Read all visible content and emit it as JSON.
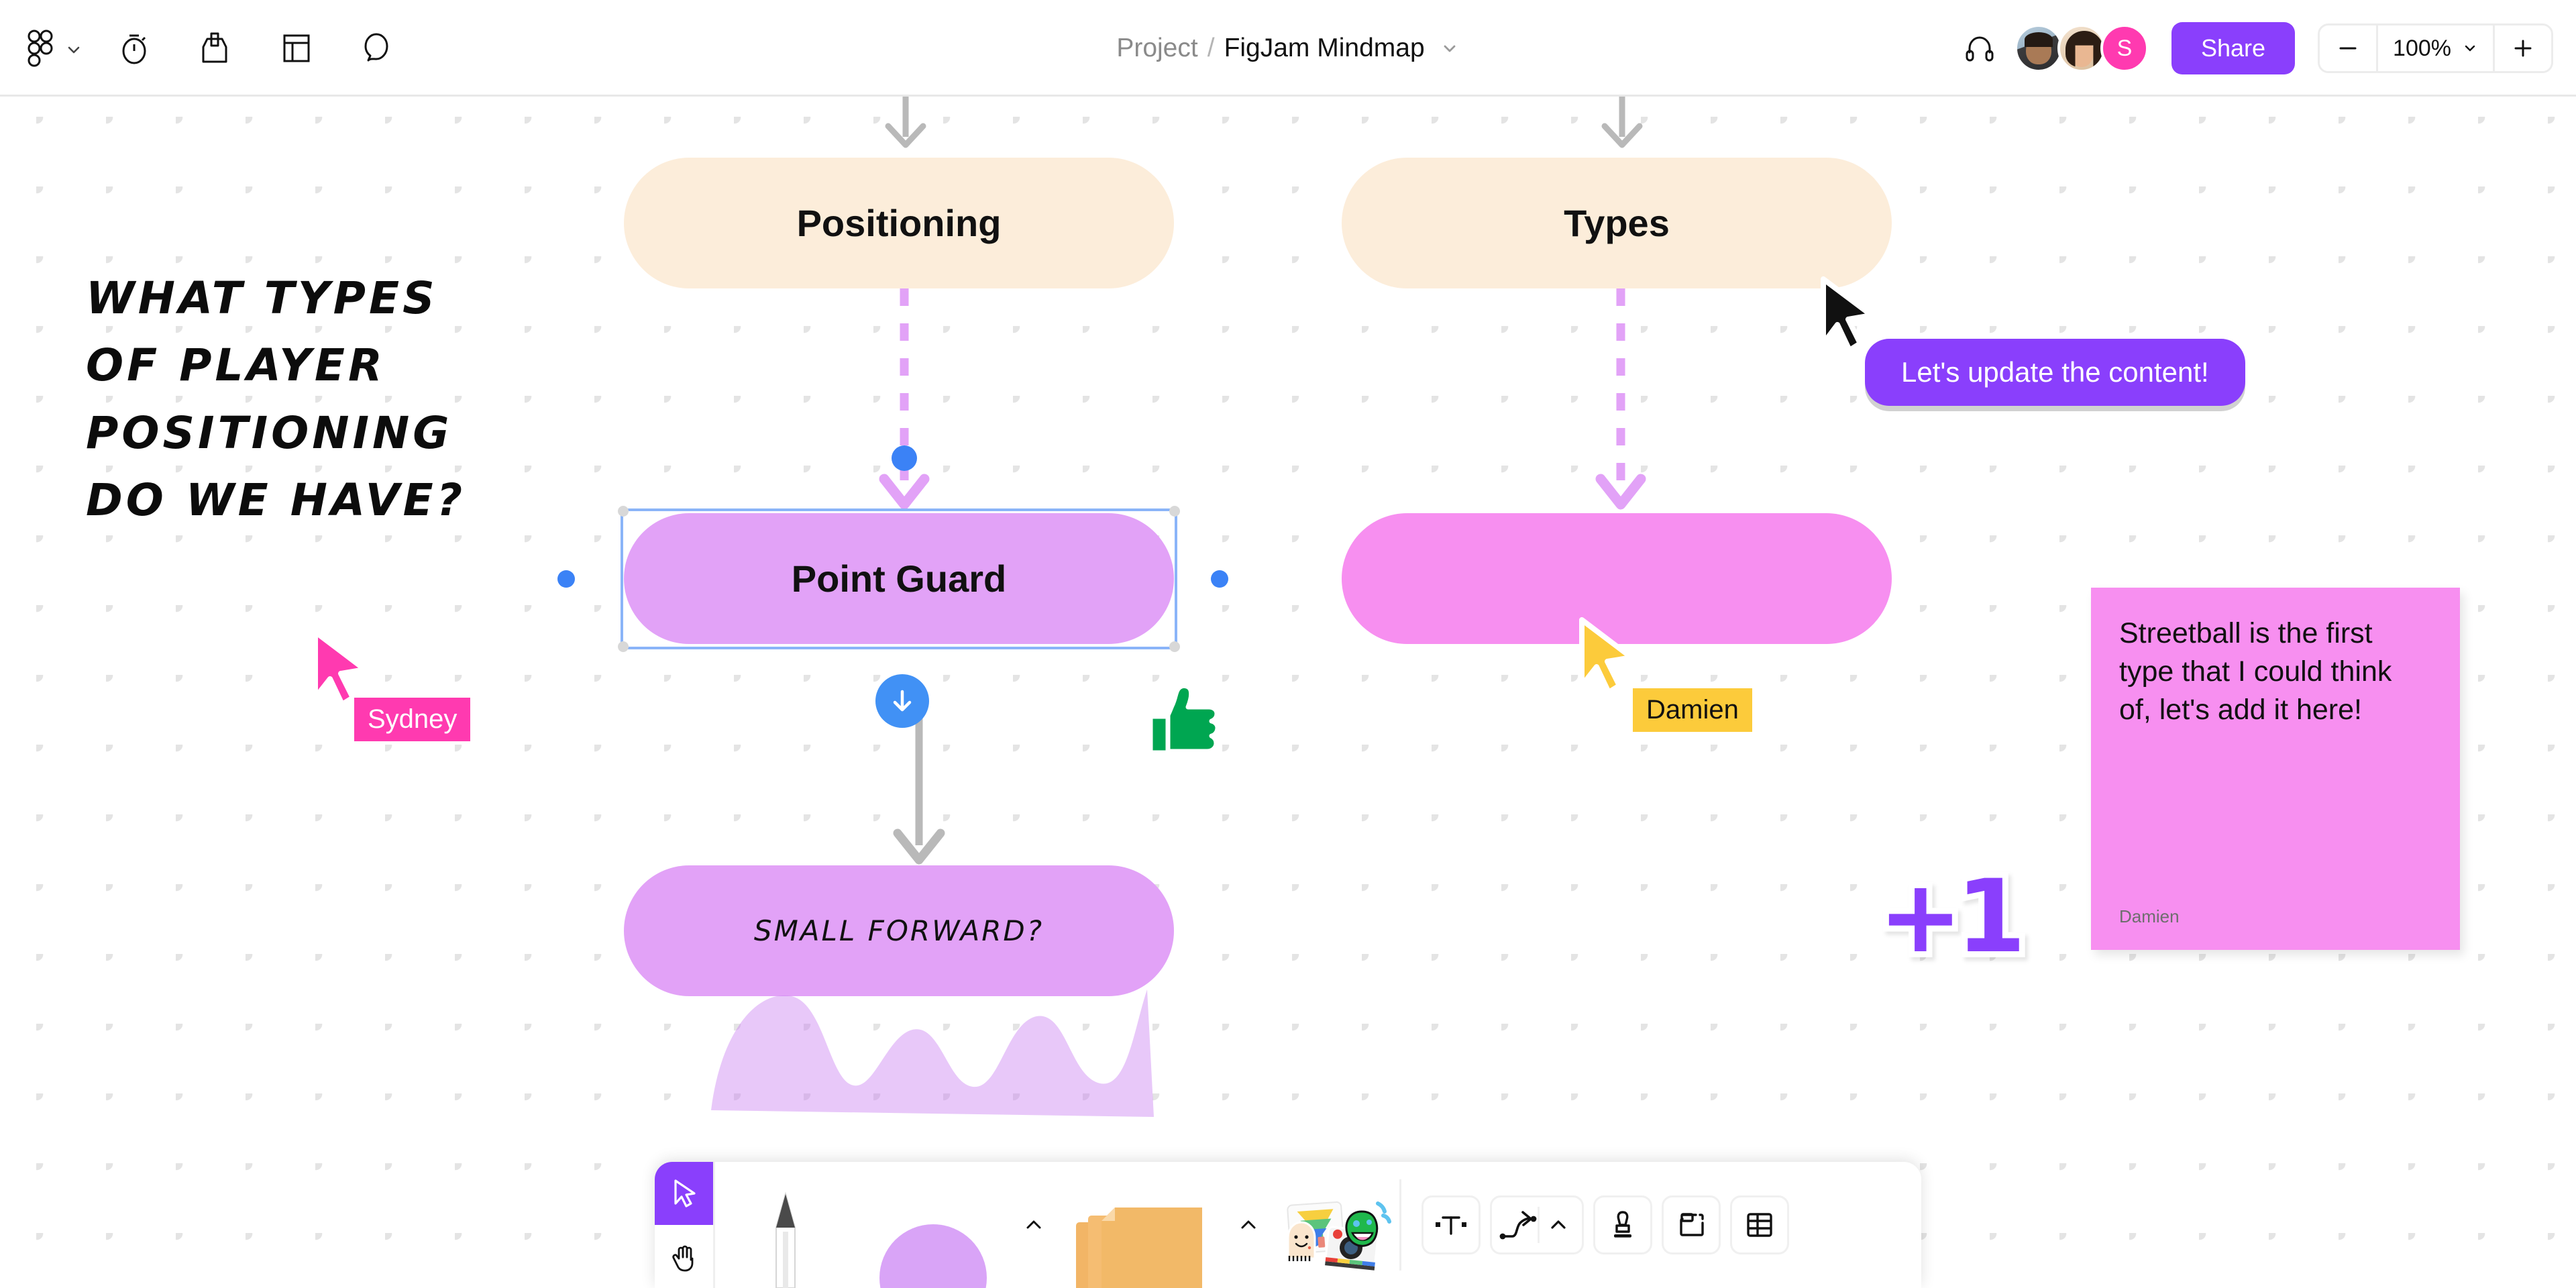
{
  "topbar": {
    "logo_icon": "figma-logo-icon",
    "logo_chevron_icon": "chevron-down-icon",
    "timer_icon": "timer-icon",
    "vote_icon": "vote-box-icon",
    "layout_icon": "layout-panel-icon",
    "comment_icon": "comment-bubble-icon",
    "breadcrumb": {
      "project": "Project",
      "separator": "/",
      "file": "FigJam Mindmap",
      "chevron_icon": "chevron-down-icon"
    },
    "headphones_icon": "headphones-icon",
    "avatars": [
      {
        "name": "avatar-user-1",
        "type": "photo",
        "initial": ""
      },
      {
        "name": "avatar-user-2",
        "type": "photo",
        "initial": ""
      },
      {
        "name": "avatar-user-s",
        "type": "initial",
        "initial": "S",
        "color": "#ff3ab0"
      }
    ],
    "share_label": "Share",
    "zoom": {
      "minus_icon": "minus-icon",
      "level": "100%",
      "chevron_icon": "chevron-down-icon",
      "plus_icon": "plus-icon"
    }
  },
  "canvas": {
    "handwritten_note": "WHAT TYPES\nOF PLAYER\nPOSITIONING\nDO WE HAVE?",
    "nodes": [
      {
        "id": "positioning",
        "label": "Positioning",
        "color": "#fcedda"
      },
      {
        "id": "types",
        "label": "Types",
        "color": "#fcedda"
      },
      {
        "id": "point-guard",
        "label": "Point Guard",
        "color": "#e2a2f7",
        "selected": true
      },
      {
        "id": "pink-empty",
        "label": "",
        "color": "#f78ff0"
      },
      {
        "id": "small-forward",
        "label": "SMALL FORWARD?",
        "color": "#e2a2f7"
      }
    ],
    "comment_bubble": {
      "text": "Let's update the content!",
      "color": "#8a3ffc"
    },
    "sticky_note": {
      "text": "Streetball is the first type that I could think of, let's add it here!",
      "author": "Damien",
      "color": "#f78ff0"
    },
    "plus_one_sticker": "+1",
    "thumbs_up_sticker": "thumbs-up-icon",
    "cursors": [
      {
        "name": "cursor-sydney",
        "label": "Sydney",
        "color": "#ff3ab0"
      },
      {
        "name": "cursor-damien",
        "label": "Damien",
        "color": "#fccb3b"
      },
      {
        "name": "cursor-black",
        "label": "",
        "color": "#111111"
      }
    ]
  },
  "bottom_toolbar": {
    "pointer_icon": "cursor-arrow-icon",
    "hand_icon": "hand-icon",
    "pen_icon": "pen-marker-icon",
    "shape_icon": "shape-circle-icon",
    "shape_chevron_icon": "chevron-up-icon",
    "sticky_icon": "sticky-notes-icon",
    "sticky_chevron_icon": "chevron-up-icon",
    "media_icon": "media-stickers-icon",
    "text_icon": "text-tool-icon",
    "connector_icon": "connector-tool-icon",
    "connector_chevron_icon": "chevron-up-icon",
    "stamp_icon": "stamp-tool-icon",
    "widget_icon": "widget-tool-icon",
    "table_icon": "table-tool-icon"
  }
}
